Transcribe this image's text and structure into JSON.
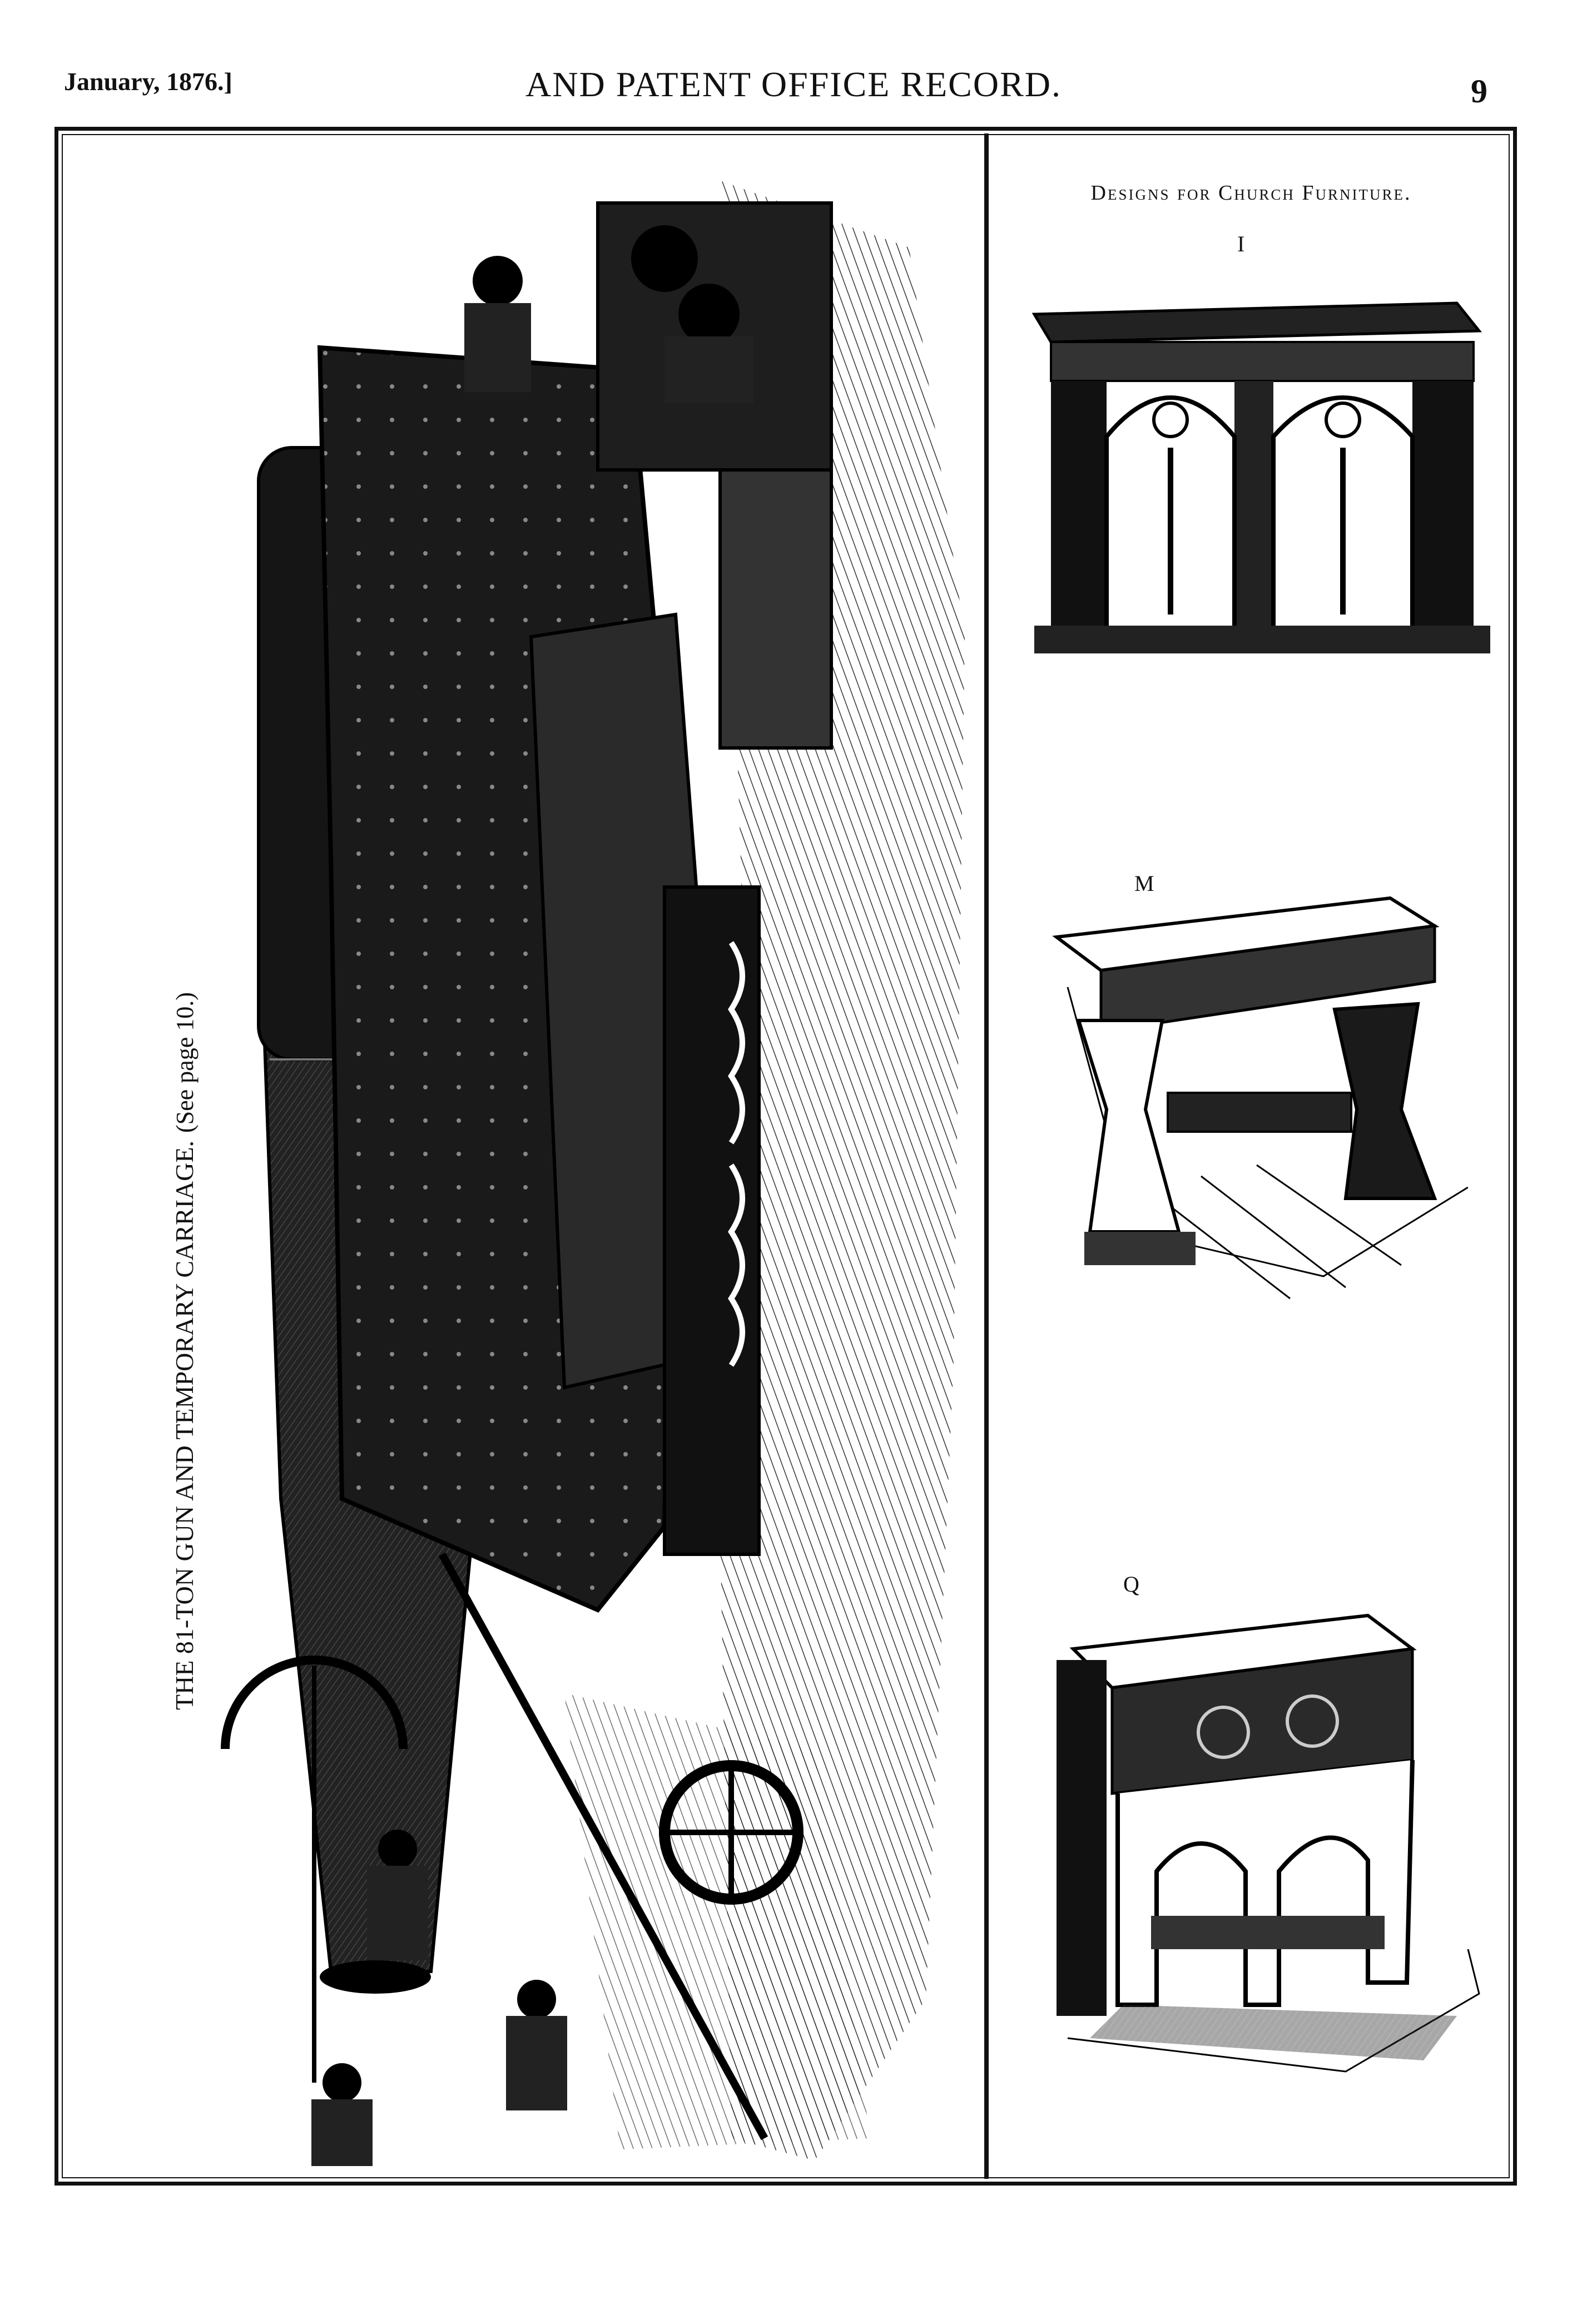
{
  "running_head": {
    "date": "January, 1876.]",
    "title": "AND PATENT OFFICE RECORD.",
    "page_number": "9"
  },
  "gun_plate": {
    "caption": "THE 81-TON GUN AND TEMPORARY CARRIAGE.",
    "caption_note": "(See page 10.)"
  },
  "church_furniture": {
    "heading": "Designs for Church Furniture.",
    "designs": [
      {
        "letter": "I"
      },
      {
        "letter": "M"
      },
      {
        "letter": "Q"
      }
    ]
  }
}
